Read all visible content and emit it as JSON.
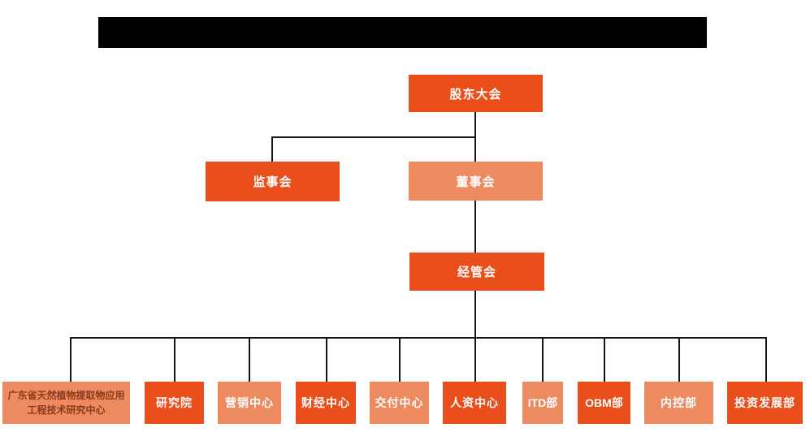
{
  "colors": {
    "primary_box": "#E94E1B",
    "secondary_box": "#EE8A60",
    "connector_line": "#141414",
    "redacted_bar": "#000000",
    "light_text": "#FFFFFF",
    "research_center_text": "#8B3A1C"
  },
  "org": {
    "root": {
      "label": "股东大会"
    },
    "level2": [
      {
        "label": "监事会"
      },
      {
        "label": "董事会"
      }
    ],
    "level3": {
      "label": "经管会"
    },
    "departments": [
      {
        "label": "广东省天然植物提取物应用工程技术研究中心"
      },
      {
        "label": "研究院"
      },
      {
        "label": "营销中心"
      },
      {
        "label": "财经中心"
      },
      {
        "label": "交付中心"
      },
      {
        "label": "人资中心"
      },
      {
        "label": "ITD部"
      },
      {
        "label": "OBM部"
      },
      {
        "label": "内控部"
      },
      {
        "label": "投资发展部"
      }
    ]
  }
}
